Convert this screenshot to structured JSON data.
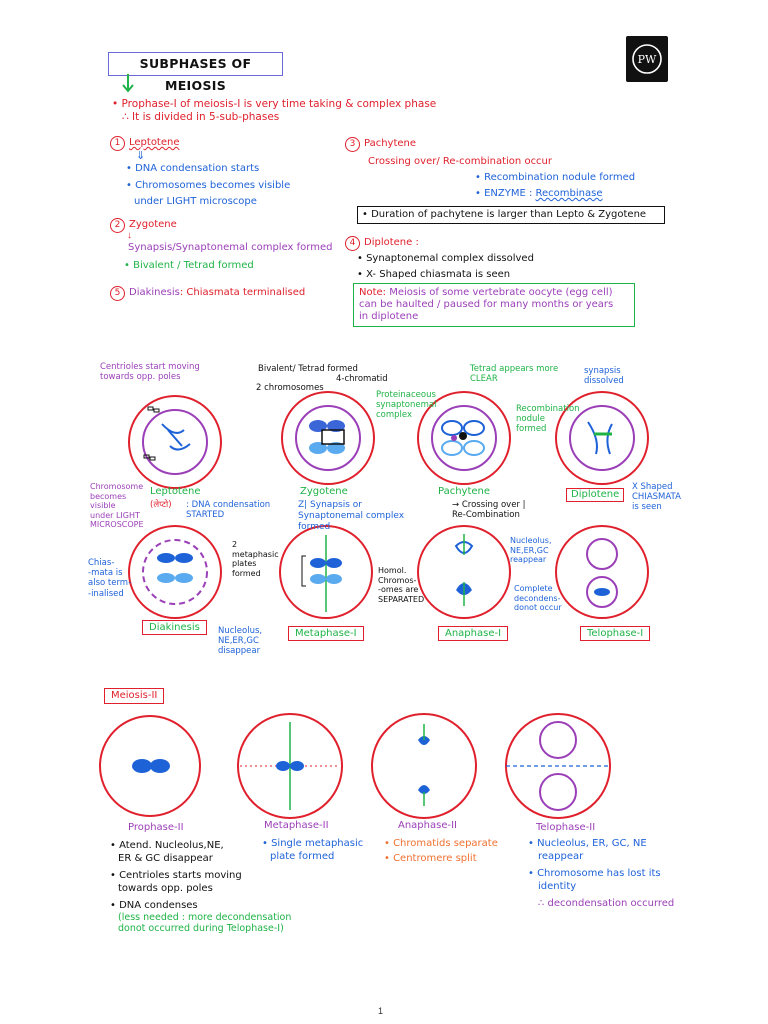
{
  "title": "SUBPHASES OF MEIOSIS",
  "logo_text": "PW",
  "intro": {
    "line1": "• Prophase-I of meiosis-I  is very time taking & complex phase",
    "line2": "∴ It is divided in 5-sub-phases"
  },
  "phases": {
    "leptotene": {
      "num": "1",
      "name": "Leptotene",
      "points": [
        "• DNA condensation starts",
        "• Chromosomes becomes visible",
        "under LIGHT microscope"
      ]
    },
    "zygotene": {
      "num": "2",
      "name": "Zygotene",
      "line1": "Synapsis/Synaptonemal complex formed",
      "line2": "• Bivalent / Tetrad formed"
    },
    "diakinesis": {
      "num": "5",
      "name": "Diakinesis",
      "text": ": Chiasmata terminalised"
    },
    "pachytene": {
      "num": "3",
      "name": "Pachytene",
      "line1": "Crossing over/ Re-combination occur",
      "line2": "• Recombination nodule formed",
      "line3_label": "• ENZYME : ",
      "line3_value": "Recombinase"
    },
    "pachytene_note": "• Duration of pachytene is larger than Lepto & Zygotene",
    "diplotene": {
      "num": "4",
      "name": "Diplotene :",
      "points": [
        "• Synaptonemal complex dissolved",
        "• X- Shaped chiasmata is seen"
      ]
    },
    "note": {
      "label": "Note:",
      "text1": " Meiosis of some vertebrate oocyte (egg cell)",
      "text2": "can be haulted / paused for many months or years",
      "text3": "in diplotene"
    }
  },
  "diagram1": {
    "annot_centrioles": "Centrioles start moving\ntowards opp. poles",
    "annot_bivalent": "Bivalent/ Tetrad formed",
    "annot_4chromatid": "4-chromatid",
    "annot_2chromosomes": "2 chromosomes",
    "annot_proteinaceous": "Proteinaceous\nsynaptonemal\ncomplex",
    "annot_tetrad_clear": "Tetrad appears more\nCLEAR",
    "annot_recomb_nodule": "Recombination\nnodule\nformed",
    "annot_synapsis_dissolved": "synapsis\ndissolved",
    "annot_chromosome_visible": "Chromosome\nbecomes\nvisible\nunder LIGHT\nMICROSCOPE",
    "lepto_label": "Leptotene",
    "lepto_hindi": "(लेप्टो)",
    "lepto_dna": ": DNA condensation\nSTARTED",
    "zygo_label": "Zygotene",
    "zygo_note": "Z| Synapsis or\nSynaptonemal complex\nformed",
    "pachy_label": "Pachytene",
    "pachy_note": "→ Crossing over |\nRe-Combination",
    "diplo_label": "Diplotene",
    "x_shaped": "X Shaped\nCHIASMATA\nis seen",
    "chiasmata_term": "Chias-\n-mata is\nalso term-\n-inalised",
    "two_metaphasic": "2\nmetaphasic\nplates\nformed",
    "homol_separated": "Homol.\nChromos-\n-omes are\nSEPARATED",
    "nucleolus_reappear": "Nucleolus,\nNE,ER,GC\nreappear",
    "complete_decondens": "Complete\ndecondens-\ndonot occur",
    "nucleolus_disappear": "Nucleolus,\nNE,ER,GC\ndisappear",
    "diakinesis_label": "Diakinesis",
    "metaphase1_label": "Metaphase-I",
    "anaphase1_label": "Anaphase-I",
    "telophase1_label": "Telophase-I"
  },
  "meiosis2": {
    "label": "Meiosis-II",
    "prophase_label": "Prophase-II",
    "metaphase_label": "Metaphase-II",
    "anaphase_label": "Anaphase-II",
    "telophase_label": "Telophase-II",
    "prophase_points": [
      "• Atend. Nucleolus,NE,",
      "ER & GC disappear",
      "• Centrioles starts moving",
      "towards opp. poles",
      "• DNA condenses"
    ],
    "prophase_green": "(less needed : more decondensation\ndonot occurred during Telophase-I)",
    "metaphase_points": [
      "• Single metaphasic",
      "plate formed"
    ],
    "anaphase_points": [
      "• Chromatids separate",
      "• Centromere split"
    ],
    "telophase_points": [
      "• Nucleolus, ER, GC, NE",
      "reappear",
      "• Chromosome has lost its",
      "identity",
      "∴ decondensation occurred"
    ]
  },
  "page_number": "1",
  "colors": {
    "red": "#e0202c",
    "blue": "#1e62d8",
    "green": "#1fb347",
    "purple": "#9b3fb8"
  }
}
